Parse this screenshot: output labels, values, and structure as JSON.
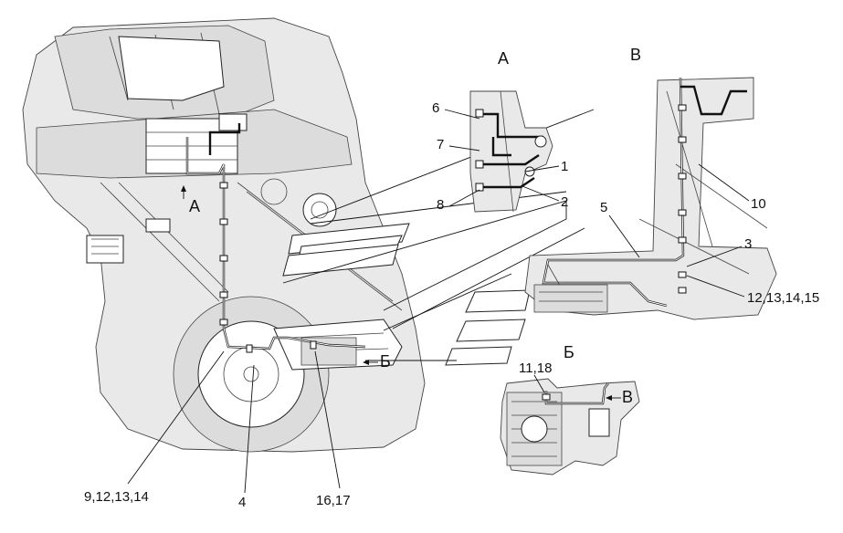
{
  "views": {
    "a": "А",
    "v": "В",
    "b": "Б"
  },
  "markers": {
    "a": "А",
    "b": "Б",
    "v": "В"
  },
  "callouts": [
    {
      "id": "c6",
      "text": "6"
    },
    {
      "id": "c7",
      "text": "7"
    },
    {
      "id": "c1",
      "text": "1"
    },
    {
      "id": "c8",
      "text": "8"
    },
    {
      "id": "c2",
      "text": "2"
    },
    {
      "id": "c5",
      "text": "5"
    },
    {
      "id": "c10",
      "text": "10"
    },
    {
      "id": "c3",
      "text": "3"
    },
    {
      "id": "c12",
      "text": "12,13,14,15"
    },
    {
      "id": "c11",
      "text": "11,18"
    },
    {
      "id": "c9",
      "text": "9,12,13,14"
    },
    {
      "id": "c4",
      "text": "4"
    },
    {
      "id": "c16",
      "text": "16,17"
    }
  ]
}
